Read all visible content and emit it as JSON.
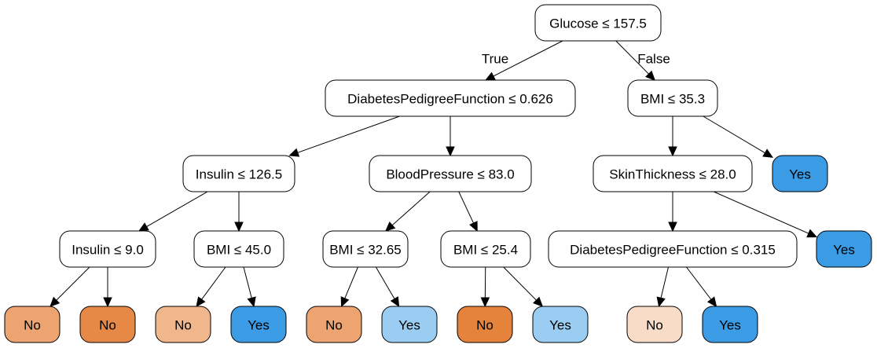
{
  "tree": {
    "nodes": [
      {
        "id": "root",
        "label": "Glucose ≤ 157.5",
        "fill": "#ffffff"
      },
      {
        "id": "dpf1",
        "label": "DiabetesPedigreeFunction ≤ 0.626",
        "fill": "#ffffff"
      },
      {
        "id": "bmi1",
        "label": "BMI ≤ 35.3",
        "fill": "#ffffff"
      },
      {
        "id": "ins1",
        "label": "Insulin ≤ 126.5",
        "fill": "#ffffff"
      },
      {
        "id": "bp1",
        "label": "BloodPressure ≤ 83.0",
        "fill": "#ffffff"
      },
      {
        "id": "skin1",
        "label": "SkinThickness ≤ 28.0",
        "fill": "#ffffff"
      },
      {
        "id": "leaf_yes_a",
        "label": "Yes",
        "fill": "#3c9be5"
      },
      {
        "id": "ins2",
        "label": "Insulin ≤ 9.0",
        "fill": "#ffffff"
      },
      {
        "id": "bmi2",
        "label": "BMI ≤ 45.0",
        "fill": "#ffffff"
      },
      {
        "id": "bmi3",
        "label": "BMI ≤ 32.65",
        "fill": "#ffffff"
      },
      {
        "id": "bmi4",
        "label": "BMI ≤ 25.4",
        "fill": "#ffffff"
      },
      {
        "id": "dpf2",
        "label": "DiabetesPedigreeFunction ≤ 0.315",
        "fill": "#ffffff"
      },
      {
        "id": "leaf_yes_b",
        "label": "Yes",
        "fill": "#3c9be5"
      },
      {
        "id": "leaf1",
        "label": "No",
        "fill": "#eda470"
      },
      {
        "id": "leaf2",
        "label": "No",
        "fill": "#e68946"
      },
      {
        "id": "leaf3",
        "label": "No",
        "fill": "#f0b78d"
      },
      {
        "id": "leaf4",
        "label": "Yes",
        "fill": "#3c9be5"
      },
      {
        "id": "leaf5",
        "label": "No",
        "fill": "#eda470"
      },
      {
        "id": "leaf6",
        "label": "Yes",
        "fill": "#9bcdf2"
      },
      {
        "id": "leaf7",
        "label": "No",
        "fill": "#e5823b"
      },
      {
        "id": "leaf8",
        "label": "Yes",
        "fill": "#9bcdf2"
      },
      {
        "id": "leaf9",
        "label": "No",
        "fill": "#f8dcc8"
      },
      {
        "id": "leaf10",
        "label": "Yes",
        "fill": "#3c9be5"
      }
    ],
    "edges": [
      {
        "from": "root",
        "to": "dpf1",
        "label": "True"
      },
      {
        "from": "root",
        "to": "bmi1",
        "label": "False"
      },
      {
        "from": "dpf1",
        "to": "ins1"
      },
      {
        "from": "dpf1",
        "to": "bp1"
      },
      {
        "from": "bmi1",
        "to": "skin1"
      },
      {
        "from": "bmi1",
        "to": "leaf_yes_a"
      },
      {
        "from": "ins1",
        "to": "ins2"
      },
      {
        "from": "ins1",
        "to": "bmi2"
      },
      {
        "from": "bp1",
        "to": "bmi3"
      },
      {
        "from": "bp1",
        "to": "bmi4"
      },
      {
        "from": "skin1",
        "to": "dpf2"
      },
      {
        "from": "skin1",
        "to": "leaf_yes_b"
      },
      {
        "from": "ins2",
        "to": "leaf1"
      },
      {
        "from": "ins2",
        "to": "leaf2"
      },
      {
        "from": "bmi2",
        "to": "leaf3"
      },
      {
        "from": "bmi2",
        "to": "leaf4"
      },
      {
        "from": "bmi3",
        "to": "leaf5"
      },
      {
        "from": "bmi3",
        "to": "leaf6"
      },
      {
        "from": "bmi4",
        "to": "leaf7"
      },
      {
        "from": "bmi4",
        "to": "leaf8"
      },
      {
        "from": "dpf2",
        "to": "leaf9"
      },
      {
        "from": "dpf2",
        "to": "leaf10"
      }
    ]
  }
}
